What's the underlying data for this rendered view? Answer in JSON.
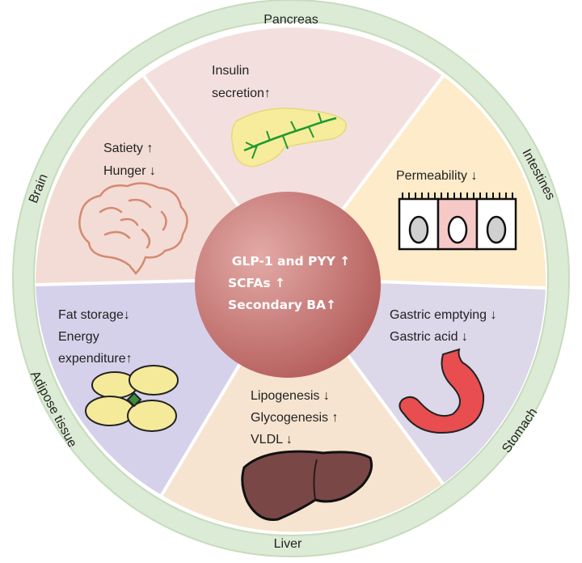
{
  "colors": {
    "ring": "#dcebd5",
    "ring_edge": "#b9cfae",
    "pancreas": "#f3e0de",
    "brain": "#f3dcd5",
    "intestines": "#fdebc9",
    "stomach": "#dcd7e9",
    "liver": "#f6e4d0",
    "adipose": "#d6d1ea",
    "hub_light": "#e0a0a0",
    "hub_dark": "#b85a5a"
  },
  "ring_labels": {
    "pancreas": "Pancreas",
    "brain": "Brain",
    "intestines": "Intestines",
    "stomach": "Stomach",
    "liver": "Liver",
    "adipose": "Adipose tissue"
  },
  "center": {
    "line1": "GLP-1 and PYY ↑",
    "line2": "SCFAs ↑",
    "line3": "Secondary BA↑"
  },
  "pancreas": {
    "line1": "Insulin",
    "line2": "secretion↑",
    "icon": "pancreas-icon"
  },
  "brain": {
    "line1": "Satiety ↑",
    "line2": "Hunger ↓",
    "icon": "brain-icon"
  },
  "intestines": {
    "line1": "Permeability ↓",
    "icon": "intestinal-cells-icon"
  },
  "stomach": {
    "line1": "Gastric emptying ↓",
    "line2": "Gastric acid ↓",
    "icon": "stomach-icon"
  },
  "liver": {
    "line1": "Lipogenesis ↓",
    "line2": "Glycogenesis ↑",
    "line3": "VLDL ↓",
    "icon": "liver-icon"
  },
  "adipose": {
    "line1": "Fat storage↓",
    "line2": "Energy",
    "line3": "expenditure↑",
    "icon": "adipocytes-icon"
  }
}
